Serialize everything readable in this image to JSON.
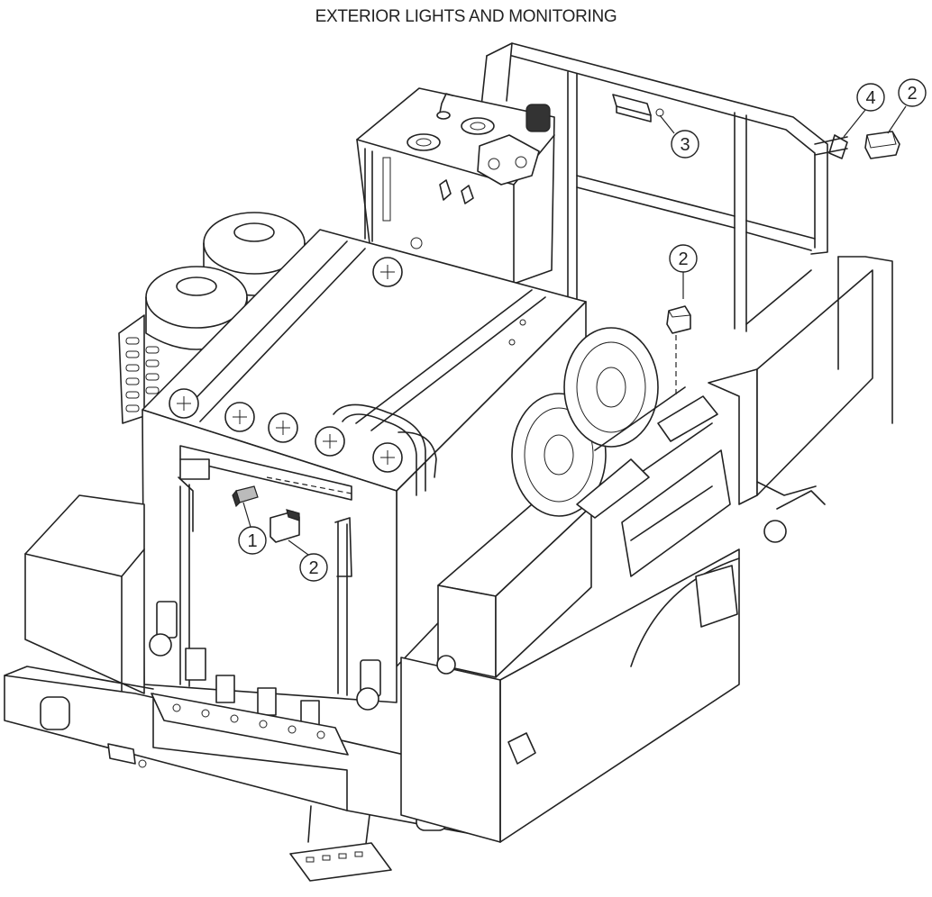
{
  "title": "EXTERIOR LIGHTS AND MONITORING",
  "callouts": [
    {
      "id": "callout-1",
      "label": "1"
    },
    {
      "id": "callout-2-front",
      "label": "2"
    },
    {
      "id": "callout-2-bed",
      "label": "2"
    },
    {
      "id": "callout-3",
      "label": "3"
    },
    {
      "id": "callout-4",
      "label": "4"
    },
    {
      "id": "callout-2-rack",
      "label": "2"
    }
  ]
}
